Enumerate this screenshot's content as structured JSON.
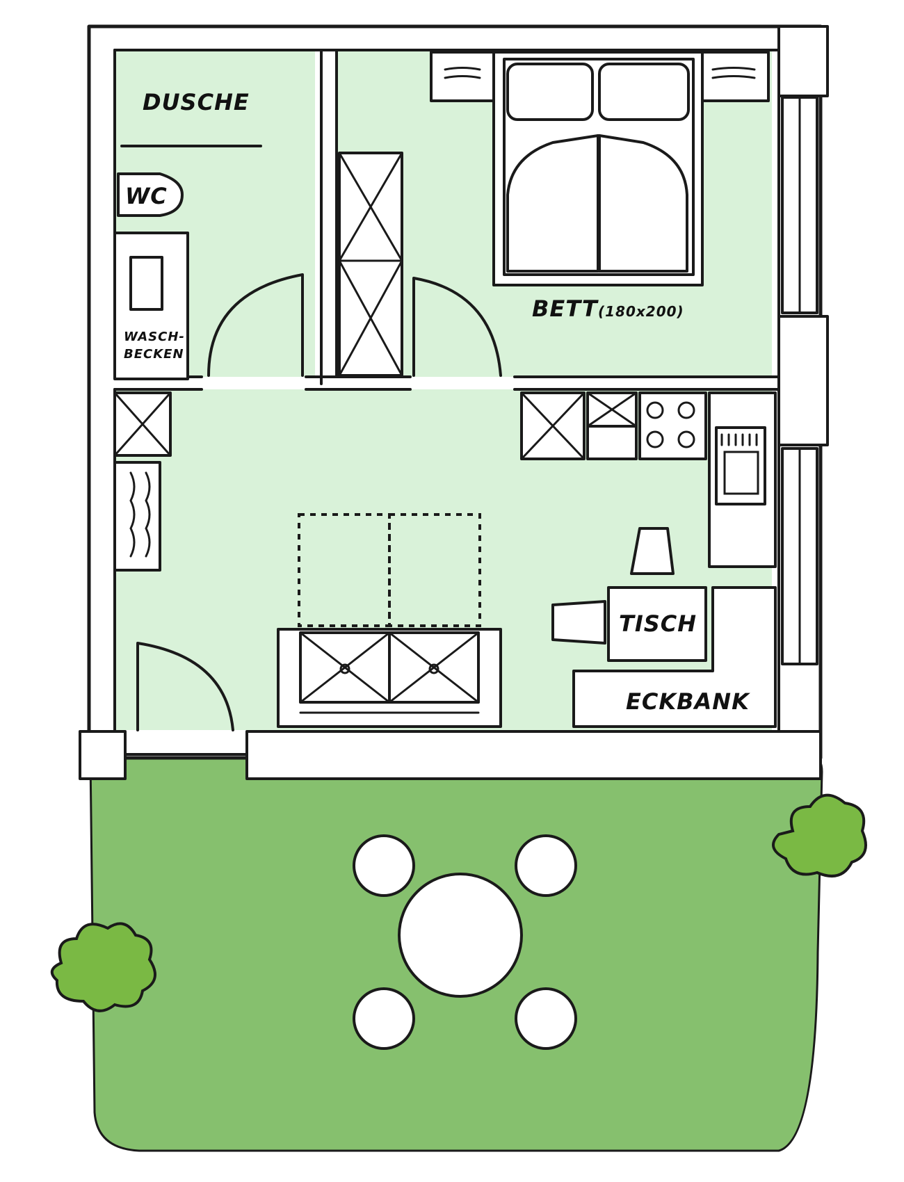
{
  "labels": {
    "dusche": "DUSCHE",
    "wc": "WC",
    "waschbecken_line1": "WASCH-",
    "waschbecken_line2": "BECKEN",
    "bett": "BETT",
    "bett_size": "(180x200)",
    "tisch": "TISCH",
    "eckbank": "ECKBANK"
  },
  "colors": {
    "floor": "#d9f2d9",
    "terrace": "#86c06e",
    "shrub": "#7ab944",
    "wall": "#ffffff",
    "outline": "#1a1a1a"
  }
}
